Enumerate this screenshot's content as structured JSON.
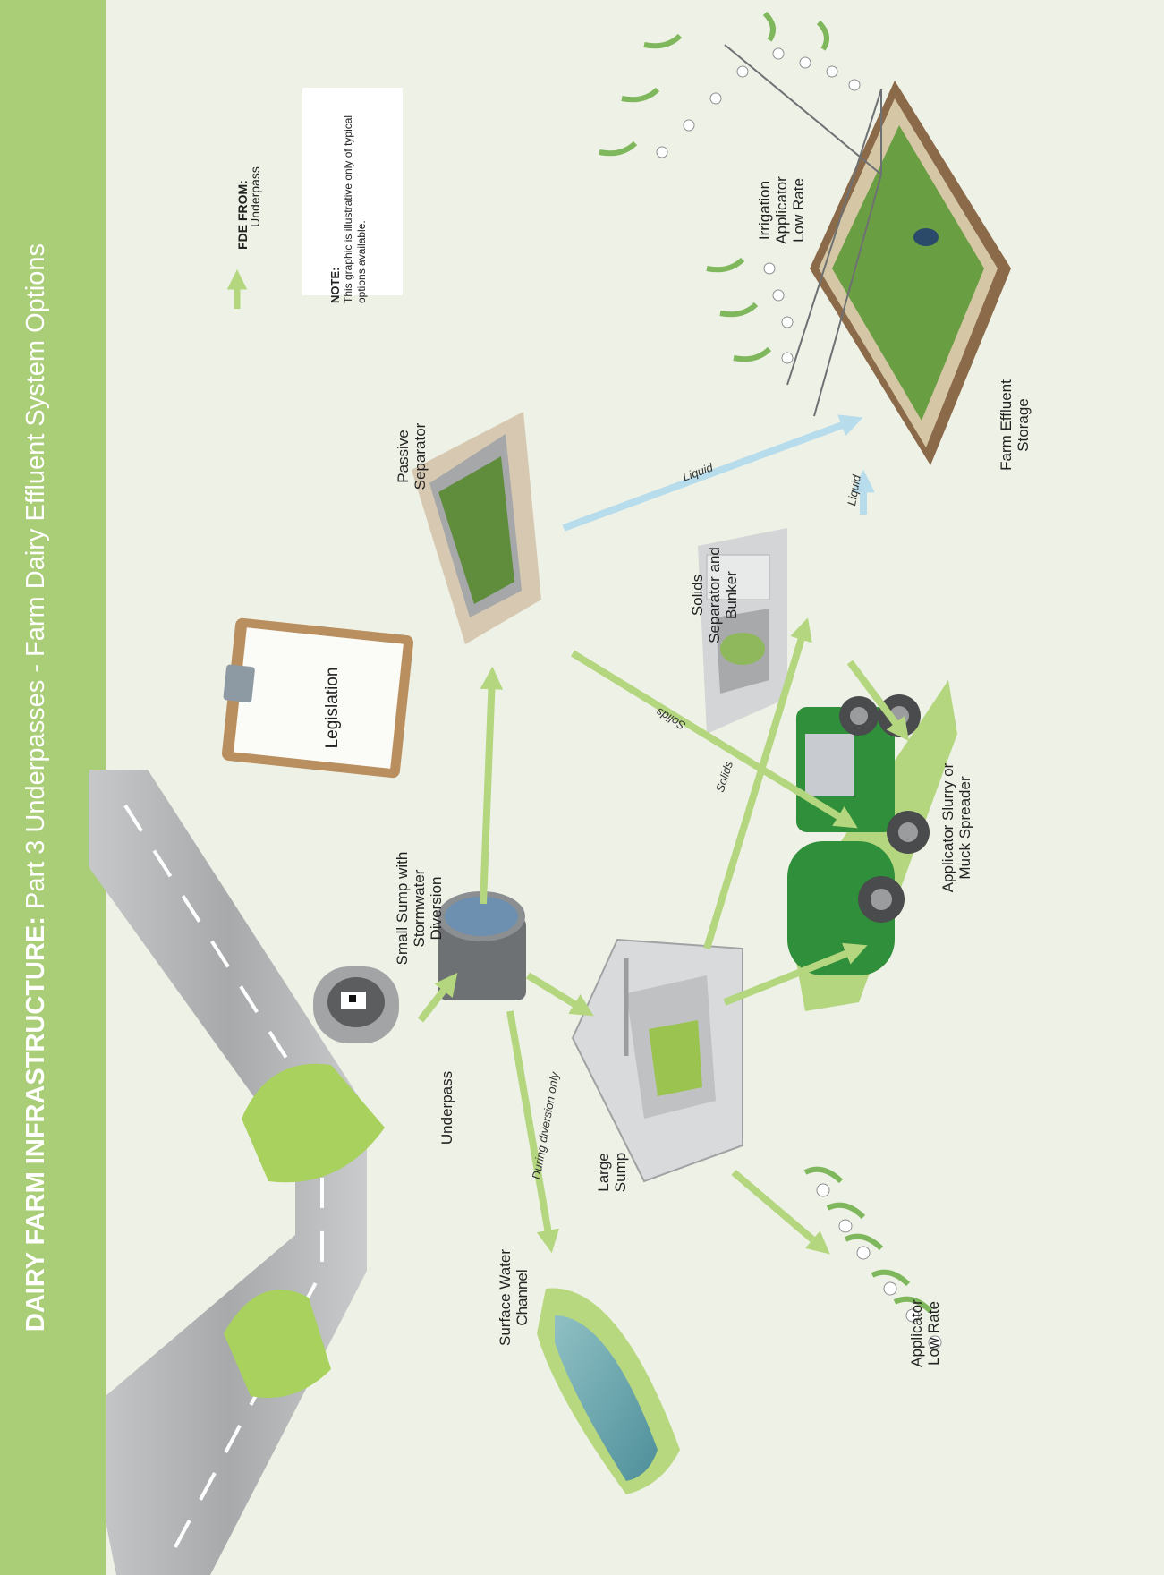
{
  "title": {
    "bold": "DAIRY FARM INFRASTRUCTURE:",
    "rest": " Part 3 Underpasses - Farm Dairy Effluent System Options"
  },
  "legend": {
    "heading": "FDE FROM:",
    "item": "Underpass"
  },
  "note": {
    "heading": "NOTE:",
    "text": "This graphic is illustrative only of typical options available."
  },
  "components": {
    "underpass": "Underpass",
    "surface_water": "Surface Water Channel",
    "small_sump": "Small Sump with Stormwater Diversion",
    "large_sump": "Large Sump",
    "applicator_low": "Applicator Low Rate",
    "legislation": "Legislation",
    "passive_separator": "Passive Separator",
    "solids_separator": "Solids Separator and Bunker",
    "slurry_spreader": "Applicator Slurry or Muck Spreader",
    "irrigation": "Irrigation Applicator Low Rate",
    "storage": "Farm Effluent Storage"
  },
  "arrow_labels": {
    "diversion": "During diversion only",
    "solids_1": "Solids",
    "solids_2": "Solids",
    "liquid_1": "Liquid",
    "liquid_2": "Liquid"
  },
  "colors": {
    "flow_arrow": "#b3d67f",
    "liquid_arrow": "#b7dcec",
    "title_band": "#aacd78",
    "background": "#eef1e6"
  }
}
